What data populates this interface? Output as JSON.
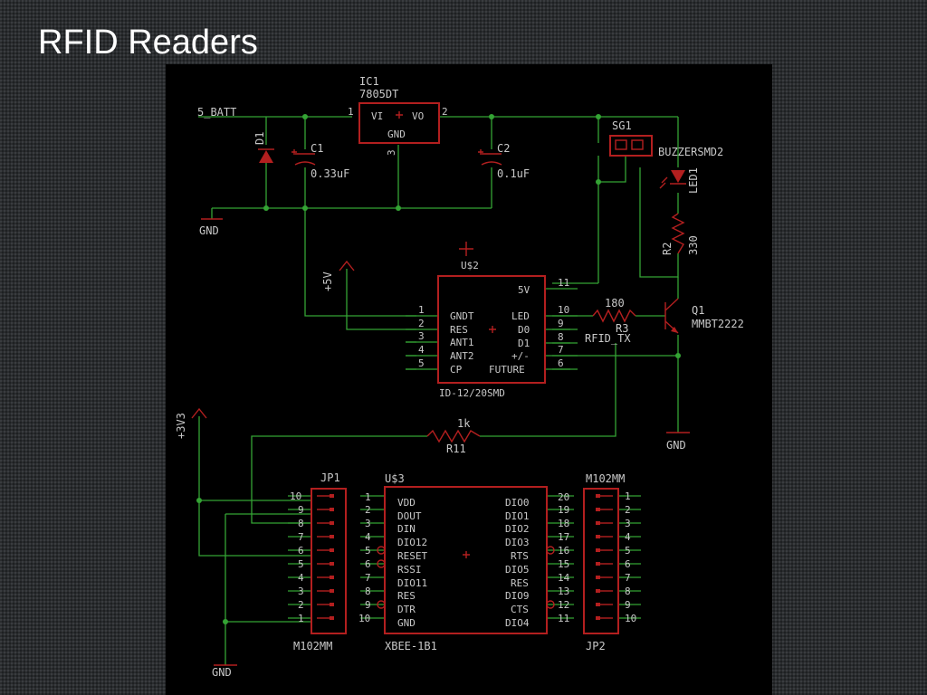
{
  "slide": {
    "title": "RFID Readers"
  },
  "nets": {
    "batt": "5_BATT",
    "gnd": "GND",
    "plus5v": "+5V",
    "plus3v3": "+3V3",
    "rfid_tx": "RFID_TX"
  },
  "components": {
    "ic1": {
      "ref": "IC1",
      "value": "7805DT",
      "vi": "VI",
      "vo": "VO",
      "gnd": "GND",
      "pin1": "1",
      "pin2": "2",
      "pin3": "3"
    },
    "d1": {
      "ref": "D1"
    },
    "c1": {
      "ref": "C1",
      "value": "0.33uF"
    },
    "c2": {
      "ref": "C2",
      "value": "0.1uF"
    },
    "sg1": {
      "ref": "SG1",
      "value": "BUZZERSMD2"
    },
    "led1": {
      "ref": "LED1"
    },
    "r2": {
      "ref": "R2",
      "value": "330"
    },
    "r3": {
      "ref": "R3",
      "value": "180"
    },
    "q1": {
      "ref": "Q1",
      "value": "MMBT2222"
    },
    "r11": {
      "ref": "R11",
      "value": "1k"
    },
    "u2": {
      "ref": "U$2",
      "value": "ID-12/20SMD",
      "left_pins": [
        {
          "num": "1",
          "name": "GNDT"
        },
        {
          "num": "2",
          "name": "RES"
        },
        {
          "num": "3",
          "name": "ANT1"
        },
        {
          "num": "4",
          "name": "ANT2"
        },
        {
          "num": "5",
          "name": "CP"
        }
      ],
      "right_pins": [
        {
          "num": "11",
          "name": "5V"
        },
        {
          "num": "10",
          "name": "LED"
        },
        {
          "num": "9",
          "name": "D0"
        },
        {
          "num": "8",
          "name": "D1"
        },
        {
          "num": "7",
          "name": "+/-"
        },
        {
          "num": "6",
          "name": "FUTURE"
        }
      ]
    },
    "u3": {
      "ref": "U$3",
      "value": "XBEE-1B1",
      "left_pins": [
        {
          "num": "1",
          "name": "VDD"
        },
        {
          "num": "2",
          "name": "DOUT"
        },
        {
          "num": "3",
          "name": "DIN"
        },
        {
          "num": "4",
          "name": "DIO12"
        },
        {
          "num": "5",
          "name": "RESET"
        },
        {
          "num": "6",
          "name": "RSSI"
        },
        {
          "num": "7",
          "name": "DIO11"
        },
        {
          "num": "8",
          "name": "RES"
        },
        {
          "num": "9",
          "name": "DTR"
        },
        {
          "num": "10",
          "name": "GND"
        }
      ],
      "right_pins": [
        {
          "num": "20",
          "name": "DIO0"
        },
        {
          "num": "19",
          "name": "DIO1"
        },
        {
          "num": "18",
          "name": "DIO2"
        },
        {
          "num": "17",
          "name": "DIO3"
        },
        {
          "num": "16",
          "name": "RTS"
        },
        {
          "num": "15",
          "name": "DIO5"
        },
        {
          "num": "14",
          "name": "RES"
        },
        {
          "num": "13",
          "name": "DIO9"
        },
        {
          "num": "12",
          "name": "CTS"
        },
        {
          "num": "11",
          "name": "DIO4"
        }
      ]
    },
    "jp1": {
      "ref": "JP1",
      "value": "M102MM",
      "pins": [
        "10",
        "9",
        "8",
        "7",
        "6",
        "5",
        "4",
        "3",
        "2",
        "1"
      ]
    },
    "jp2": {
      "ref": "JP2",
      "value": "M102MM",
      "pins": [
        "1",
        "2",
        "3",
        "4",
        "5",
        "6",
        "7",
        "8",
        "9",
        "10"
      ]
    }
  }
}
